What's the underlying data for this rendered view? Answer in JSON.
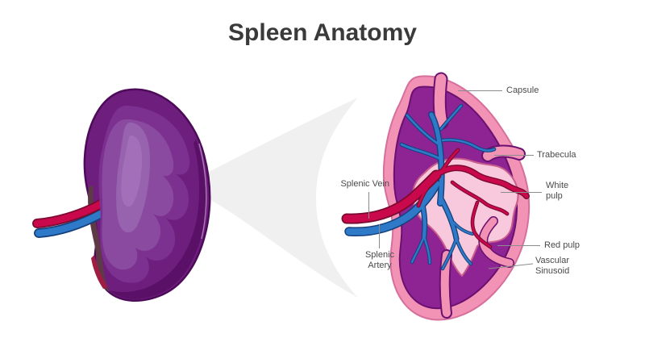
{
  "title": "Spleen Anatomy",
  "labels": {
    "capsule": "Capsule",
    "trabecula": "Trabecula",
    "white_pulp": "White pulp",
    "red_pulp": "Red pulp",
    "vascular_sinusoid": "Vascular Sinusoid",
    "splenic_vein": "Splenic Vein",
    "splenic_artery": "Splenic Artery"
  },
  "colors": {
    "background": "#FFFFFF",
    "title_text": "#3A3A3A",
    "label_text": "#4A4A4A",
    "leader_line": "#8C8C8C",
    "beam_gray": "#F0F0F0",
    "capsule_pink": "#F292B4",
    "capsule_outline": "#D66F9B",
    "pulp_purple": "#8E2494",
    "pulp_outline": "#6A1070",
    "white_pulp_pink": "#F8C8DC",
    "white_pulp_outline": "#C95D8C",
    "artery_red": "#C9094B",
    "artery_outline": "#7A0A30",
    "vein_blue": "#2E79C8",
    "vein_outline": "#14417C",
    "spleen_body": "#6E1F7E",
    "spleen_shadow": "#5B1068",
    "spleen_outline": "#4D0A59",
    "spleen_mid": "#7C3090",
    "spleen_inner": "#8A4AA0",
    "spleen_highlight": "#9763AE",
    "spleen_core": "#A26FB8",
    "hilum_maroon": "#5E3A46",
    "hilum_red": "#A01C42"
  }
}
